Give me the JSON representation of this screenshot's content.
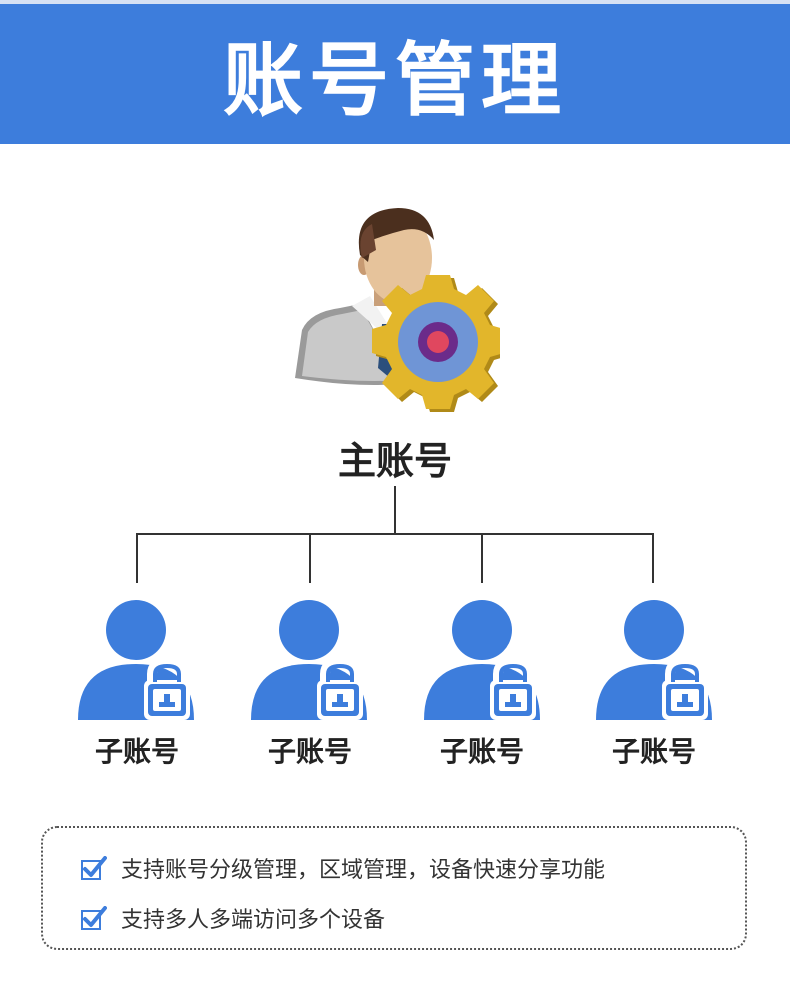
{
  "header": {
    "title": "账号管理"
  },
  "main_account": {
    "label": "主账号",
    "icon": "admin-gear-icon"
  },
  "sub_accounts": [
    {
      "label": "子账号",
      "icon": "user-lock-icon"
    },
    {
      "label": "子账号",
      "icon": "user-lock-icon"
    },
    {
      "label": "子账号",
      "icon": "user-lock-icon"
    },
    {
      "label": "子账号",
      "icon": "user-lock-icon"
    }
  ],
  "features": [
    {
      "text": "支持账号分级管理，区域管理，设备快速分享功能",
      "icon": "checkbox-checked-icon"
    },
    {
      "text": "支持多人多端访问多个设备",
      "icon": "checkbox-checked-icon"
    }
  ],
  "colors": {
    "primary": "#3d7ddc",
    "gear": "#e2b62b"
  }
}
